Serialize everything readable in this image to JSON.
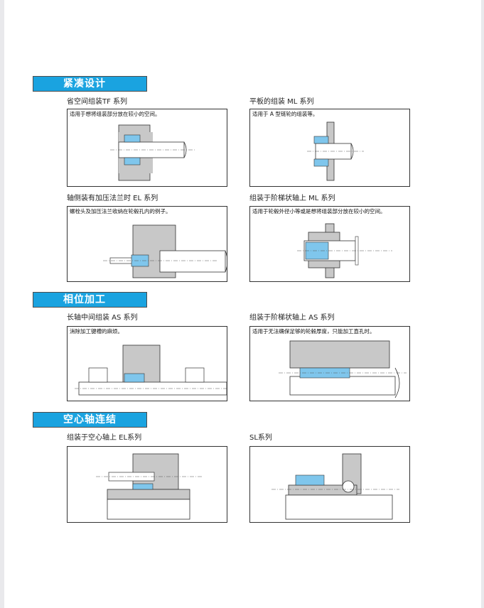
{
  "sections": {
    "compact": "紧凑设计",
    "phase": "相位加工",
    "hollow": "空心轴连结"
  },
  "items": {
    "tf": {
      "caption": "省空间组装TF 系列",
      "note": "适用于想将组装部分放在较小的空间。"
    },
    "ml": {
      "caption": "平板的组装 ML 系列",
      "note": "适用于 A 型链轮的组装等。"
    },
    "el": {
      "caption": "轴侧装有加压法兰时 EL 系列",
      "note": "螺栓头及加压法兰收纳在轮毂孔内的例子。"
    },
    "mls": {
      "caption": "组装于阶梯状轴上 ML 系列",
      "note": "适用于轮毂外径小等或是想将组装部分放在较小的空间。"
    },
    "as1": {
      "caption": "长轴中间组装 AS 系列",
      "note": "消除加工键槽的麻烦。"
    },
    "as2": {
      "caption": "组装于阶梯状轴上 AS 系列",
      "note": "适用于无法确保足够的轮毂厚度，只能加工直孔时。"
    },
    "elh": {
      "caption": "组装于空心轴上 EL系列",
      "note": ""
    },
    "sl": {
      "caption": "SL系列",
      "note": ""
    }
  },
  "colors": {
    "accent": "#1aa3e0",
    "part_gray": "#c8c8c8",
    "element_blue": "#7fc6ec"
  }
}
